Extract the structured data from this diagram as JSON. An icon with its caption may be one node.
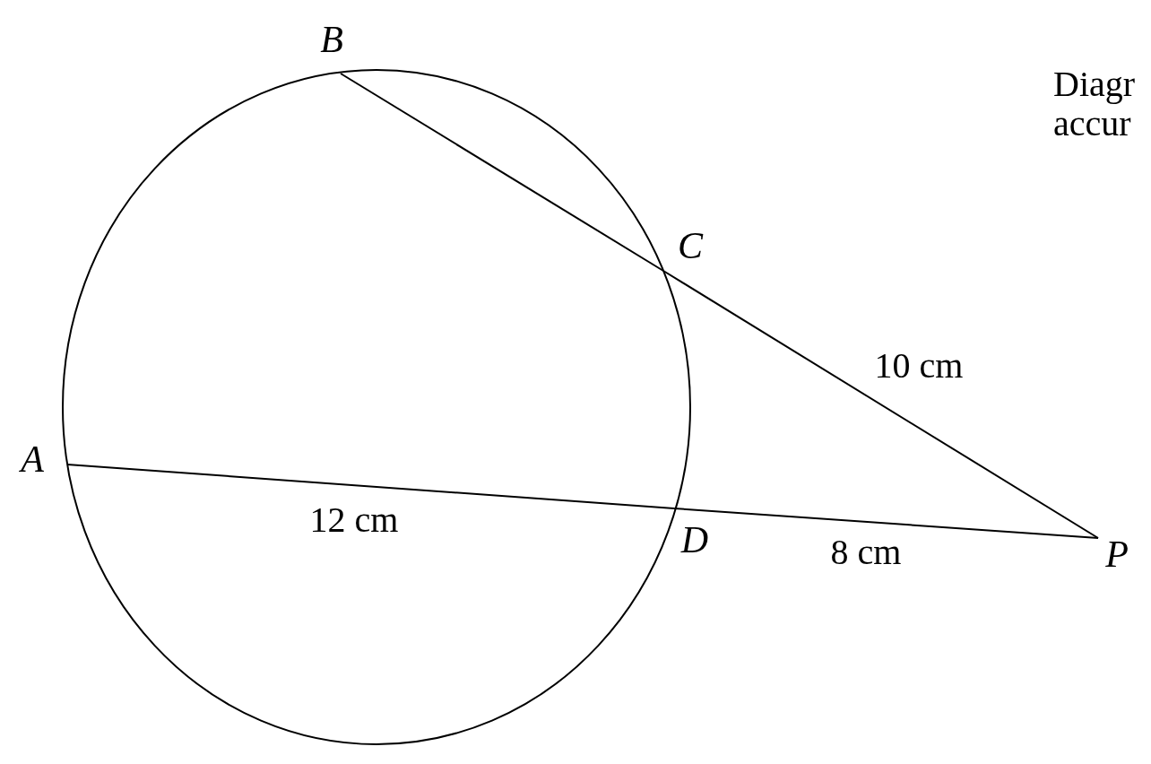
{
  "diagram": {
    "nodes": [
      {
        "text": [
          "B"
        ]
      },
      {
        "text": [
          "C"
        ]
      },
      {
        "text": [
          "A"
        ]
      },
      {
        "text": [
          "D"
        ]
      },
      {
        "text": [
          "P"
        ]
      }
    ],
    "edges": [
      {
        "from": 0,
        "to": 1,
        "arrow": "none"
      },
      {
        "from": 1,
        "to": 4,
        "arrow": "none",
        "label": "10 cm"
      },
      {
        "from": 2,
        "to": 3,
        "arrow": "none",
        "label": "12 cm"
      },
      {
        "from": 3,
        "to": 4,
        "arrow": "none",
        "label": "8 cm"
      }
    ],
    "labels": [
      "Diagr",
      "accur"
    ]
  }
}
